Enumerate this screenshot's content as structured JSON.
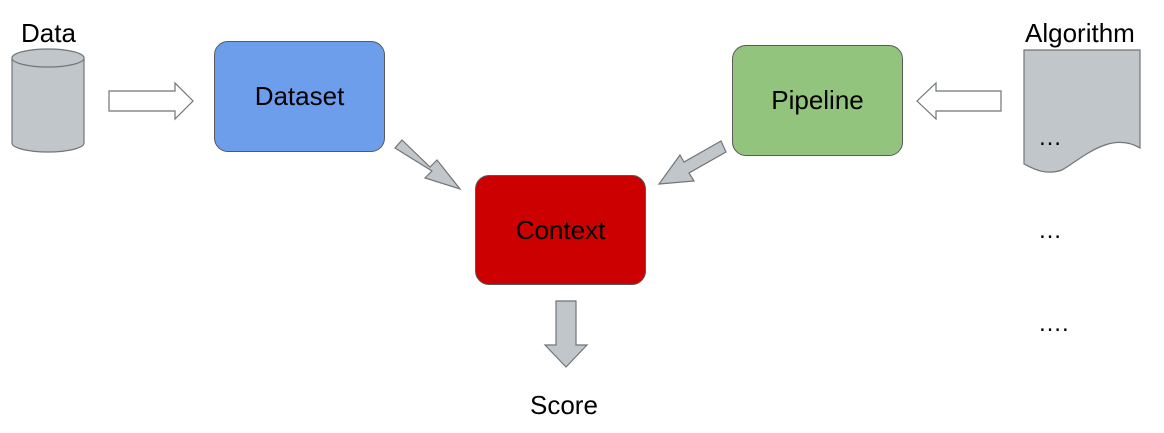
{
  "labels": {
    "data": "Data",
    "algorithm": "Algorithm",
    "score": "Score"
  },
  "boxes": {
    "dataset": {
      "label": "Dataset",
      "color": "#6d9eeb"
    },
    "pipeline": {
      "label": "Pipeline",
      "color": "#93c47d"
    },
    "context": {
      "label": "Context",
      "color": "#cc0000"
    }
  },
  "algorithm_doc": {
    "lines": [
      "…",
      "…",
      "…."
    ]
  },
  "colors": {
    "arrow_fill": "#c0c6c9",
    "arrow_stroke": "#6f7579",
    "cylinder_fill": "#c0c6c9",
    "document_fill": "#c0c6c9",
    "outline_arrow_fill": "#ffffff"
  },
  "icons": [
    "database-cylinder-icon",
    "document-icon"
  ]
}
